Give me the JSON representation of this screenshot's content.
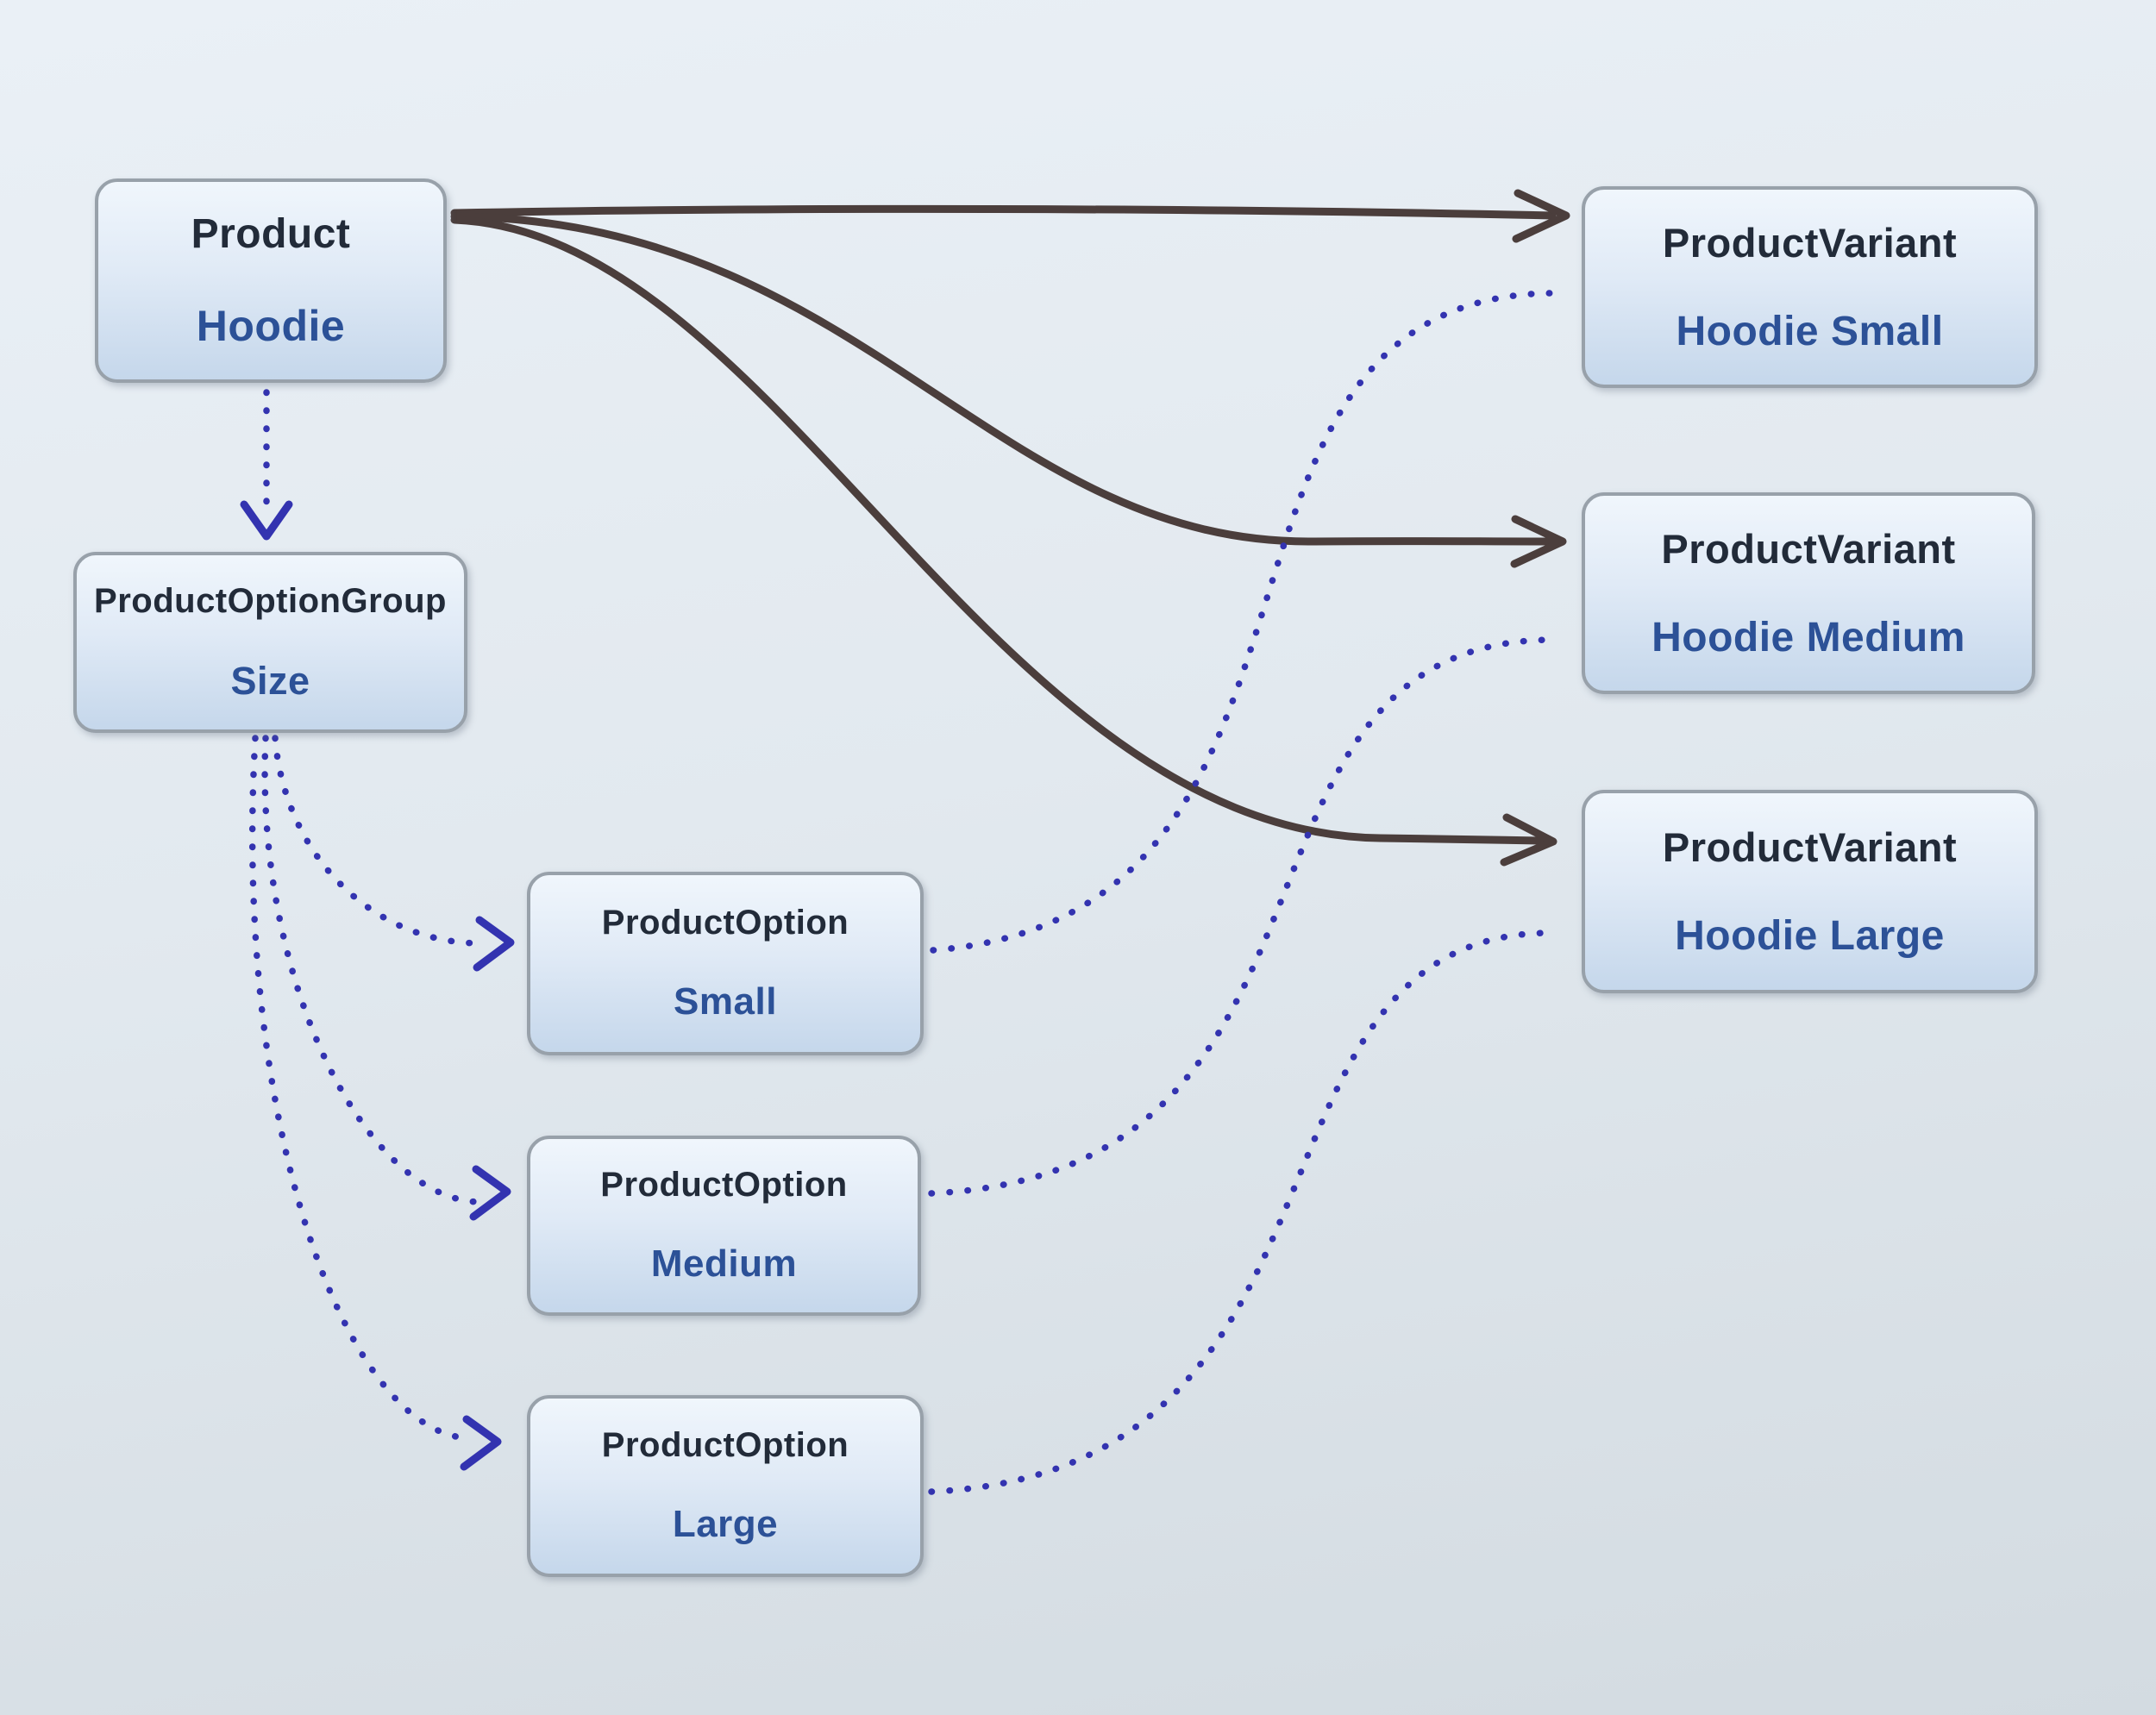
{
  "diagram": {
    "nodes": {
      "product": {
        "type": "Product",
        "name": "Hoodie"
      },
      "option_group": {
        "type": "ProductOptionGroup",
        "name": "Size"
      },
      "option_small": {
        "type": "ProductOption",
        "name": "Small"
      },
      "option_medium": {
        "type": "ProductOption",
        "name": "Medium"
      },
      "option_large": {
        "type": "ProductOption",
        "name": "Large"
      },
      "variant_small": {
        "type": "ProductVariant",
        "name": "Hoodie Small"
      },
      "variant_medium": {
        "type": "ProductVariant",
        "name": "Hoodie Medium"
      },
      "variant_large": {
        "type": "ProductVariant",
        "name": "Hoodie Large"
      }
    },
    "edges": [
      {
        "from": "Product: Hoodie",
        "to": "ProductVariant: Hoodie Small",
        "style": "solid-arrow"
      },
      {
        "from": "Product: Hoodie",
        "to": "ProductVariant: Hoodie Medium",
        "style": "solid-arrow"
      },
      {
        "from": "Product: Hoodie",
        "to": "ProductVariant: Hoodie Large",
        "style": "solid-arrow"
      },
      {
        "from": "Product: Hoodie",
        "to": "ProductOptionGroup: Size",
        "style": "dotted-arrow"
      },
      {
        "from": "ProductOptionGroup: Size",
        "to": "ProductOption: Small",
        "style": "dotted-arrow"
      },
      {
        "from": "ProductOptionGroup: Size",
        "to": "ProductOption: Medium",
        "style": "dotted-arrow"
      },
      {
        "from": "ProductOptionGroup: Size",
        "to": "ProductOption: Large",
        "style": "dotted-arrow"
      },
      {
        "from": "ProductOption: Small",
        "to": "ProductVariant: Hoodie Small",
        "style": "dotted"
      },
      {
        "from": "ProductOption: Medium",
        "to": "ProductVariant: Hoodie Medium",
        "style": "dotted"
      },
      {
        "from": "ProductOption: Large",
        "to": "ProductVariant: Hoodie Large",
        "style": "dotted"
      }
    ],
    "colors": {
      "background_top": "#eaf0f6",
      "background_bottom": "#d3dbe1",
      "node_fill_top": "#f0f6fc",
      "node_fill_bottom": "#c5d7eb",
      "node_border": "#98a1aa",
      "node_title": "#222b39",
      "node_value": "#2c5197",
      "solid_edge": "#4b3e3c",
      "dotted_edge": "#3333b0"
    }
  }
}
